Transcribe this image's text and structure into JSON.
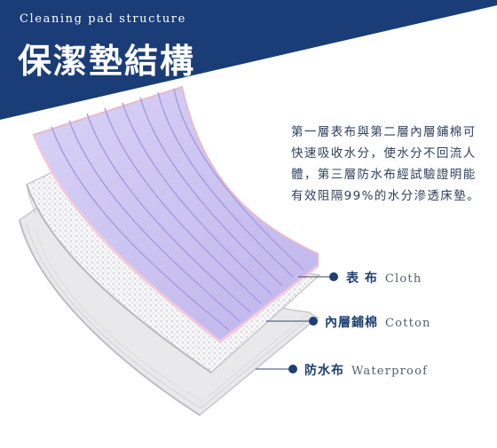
{
  "header": {
    "subtitle": "Cleaning pad structure",
    "title": "保潔墊結構",
    "banner_color": "#1a3d78"
  },
  "description": {
    "lines": [
      "第一層表布與第二層內層鋪棉可",
      "快速吸收水分，使水分不回流人",
      "體，第三層防水布經試驗證明能",
      "有效阻隔99%的水分滲透床墊。"
    ]
  },
  "layers": [
    {
      "zh": "表 布",
      "en": "Cloth",
      "color": "#c9c1ef"
    },
    {
      "zh": "內層鋪棉",
      "en": "Cotton",
      "color": "#f4f4f6"
    },
    {
      "zh": "防水布",
      "en": "Waterproof",
      "color": "#eeeeee"
    }
  ],
  "accent_color": "#1d3f72"
}
